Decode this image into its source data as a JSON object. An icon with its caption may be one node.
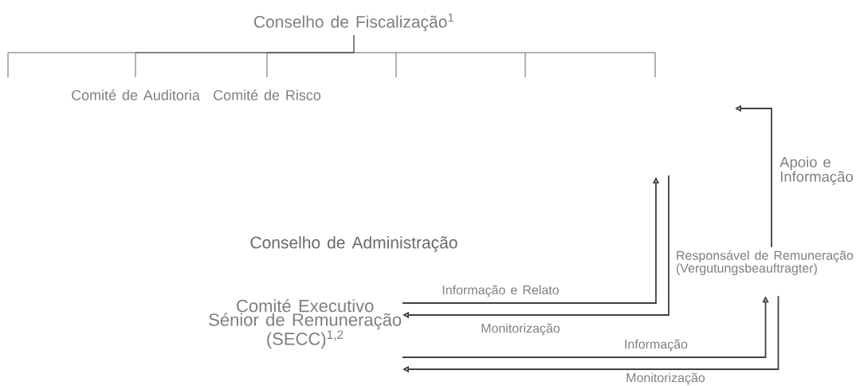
{
  "diagram": {
    "nodes": [
      {
        "text": [
          "Conselho de Fiscalização$^{1}$"
        ]
      },
      {
        "text": [
          "Comité de Auditoria"
        ]
      },
      {
        "text": [
          "Comité de Risco"
        ]
      },
      {
        "text": [
          "Conselho de Administração"
        ]
      },
      {
        "text": [
          "Comité Executivo Sénior de Remuneração (SECC)$^{1,2}$"
        ]
      },
      {
        "text": [
          "Responsável de Remuneração (Vergutungsbeauftragter)"
        ]
      }
    ],
    "edges": [
      {
        "from": 0,
        "to": 1,
        "arrow": "none"
      },
      {
        "from": 0,
        "to": 2,
        "arrow": "none"
      },
      {
        "from": 4,
        "to": null,
        "arrow": "to",
        "label": "Informação e Relato"
      },
      {
        "from": null,
        "to": 4,
        "arrow": "to",
        "label": "Monitorização"
      },
      {
        "from": 5,
        "to": null,
        "arrow": "to",
        "label": "Apoio e Informação"
      },
      {
        "from": 4,
        "to": 5,
        "arrow": "to",
        "label": "Informação"
      },
      {
        "from": 5,
        "to": 4,
        "arrow": "to",
        "label": "Monitorização"
      }
    ]
  }
}
